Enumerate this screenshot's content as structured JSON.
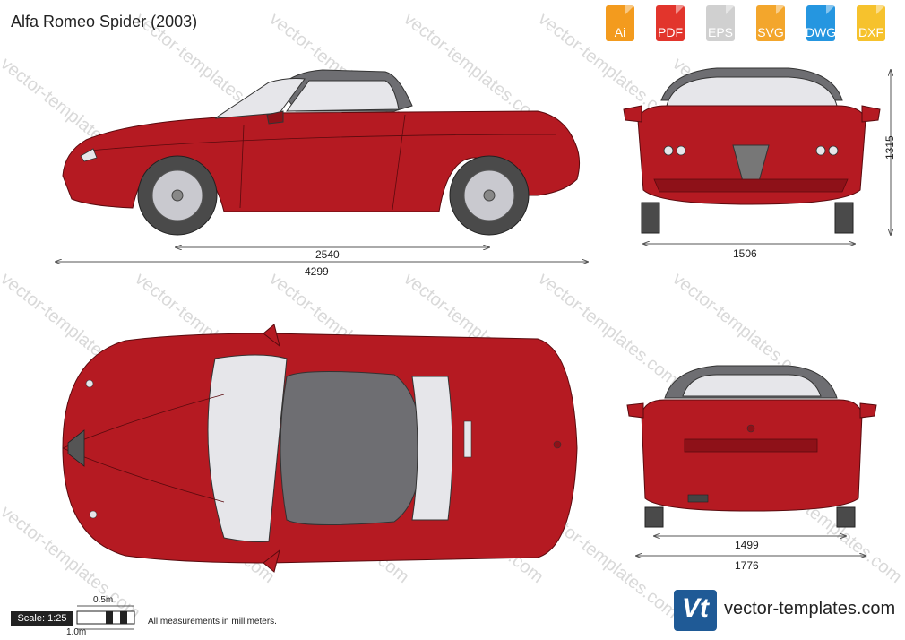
{
  "title": "Alfa Romeo Spider (2003)",
  "formats": [
    {
      "label": "Ai",
      "color": "#f39b1e",
      "icon": "ai-file-icon"
    },
    {
      "label": "PDF",
      "color": "#e2352c",
      "icon": "pdf-file-icon"
    },
    {
      "label": "EPS",
      "color": "#d0d0d0",
      "icon": "eps-file-icon"
    },
    {
      "label": "SVG",
      "color": "#f3a62c",
      "icon": "svg-file-icon"
    },
    {
      "label": "DWG",
      "color": "#2596e0",
      "icon": "dwg-file-icon"
    },
    {
      "label": "DXF",
      "color": "#f6c22d",
      "icon": "dxf-file-icon"
    }
  ],
  "dimensions": {
    "wheelbase": "2540",
    "length": "4299",
    "front_track": "1506",
    "height": "1315",
    "rear_track": "1499",
    "width": "1776"
  },
  "scale": {
    "label": "Scale: 1:25",
    "half_meter": "0.5m",
    "one_meter": "1.0m"
  },
  "note": "All measurements in millimeters.",
  "brand": {
    "logo_text": "Vt",
    "name": "vector-templates.com"
  },
  "watermark": "vector-templates.com",
  "colors": {
    "body": "#b51a22",
    "body_dark": "#8e1118",
    "roof": "#6e6e72",
    "glass": "#e6e6ea",
    "tire": "#4a4a4a",
    "rim": "#c9c9cf"
  }
}
